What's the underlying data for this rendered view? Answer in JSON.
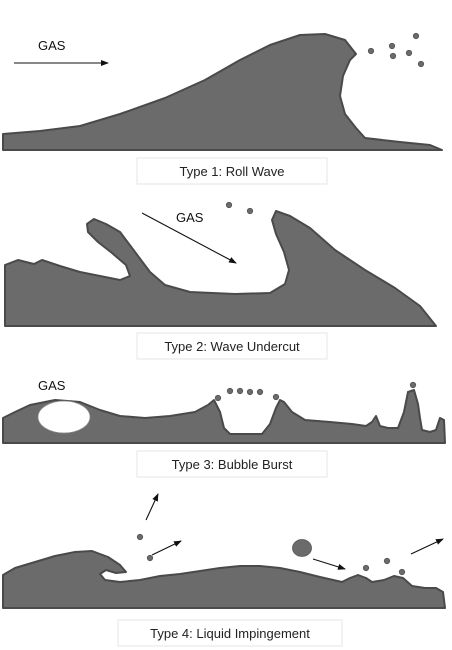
{
  "panels": [
    {
      "gas_label": "GAS",
      "caption": "Type 1: Roll Wave"
    },
    {
      "gas_label": "GAS",
      "caption": "Type 2: Wave Undercut"
    },
    {
      "gas_label": "GAS",
      "caption": "Type 3: Bubble Burst"
    },
    {
      "caption": "Type 4: Liquid Impingement"
    }
  ],
  "colors": {
    "liquid": "#6b6b6b",
    "liquid_outline": "#4a4a4a",
    "arrow": "#111111",
    "background": "#ffffff"
  }
}
